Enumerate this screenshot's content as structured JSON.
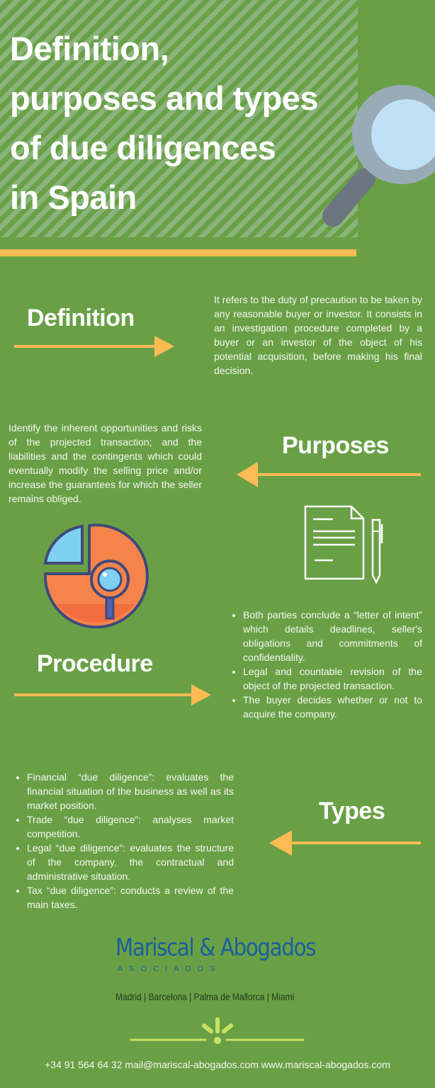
{
  "header": {
    "title_lines": [
      "Definition,",
      "purposes and types",
      "of due diligences",
      "in Spain"
    ],
    "icon": "magnifier-icon"
  },
  "colors": {
    "background": "#69a046",
    "accent": "#fdbb53",
    "brand_blue": "#1a5f9e"
  },
  "definition": {
    "heading": "Definition",
    "text": "It refers to the duty of precaution to be taken by any reasonable buyer or investor. It consists in an investigation procedure completed by a buyer or an investor of the object of his potential acquisition, before making his final decision."
  },
  "purposes": {
    "heading": "Purposes",
    "text": "Identify the inherent opportunities and risks of the projected transaction; and the liabilities and the contingents which could eventually modify the selling price and/or increase the guarantees for which the seller remains obliged."
  },
  "procedure": {
    "heading": "Procedure",
    "items": [
      "Both parties conclude a “letter of intent” which details deadlines, seller's obligations and commitments of confidentiality.",
      "Legal and countable revision of the object of the projected transaction.",
      "The buyer decides whether or not to acquire the company."
    ]
  },
  "types": {
    "heading": "Types",
    "items": [
      "Financial “due diligence”: evaluates the financial situation of the business as well as its market position.",
      "Trade “due diligence”: analyses market competition.",
      "Legal “due diligence”: evaluates the structure of the company, the contractual and administrative situation.",
      "Tax “due diligence”: conducts a review of the main taxes."
    ]
  },
  "footer": {
    "logo_name": "Mariscal & Abogados",
    "logo_sub": "ASOCIADOS",
    "cities": "Madrid | Barcelona | Palma de Mallorca | Miami",
    "contact": "+34 91 564 64 32 mail@mariscal-abogados.com www.mariscal-abogados.com"
  }
}
